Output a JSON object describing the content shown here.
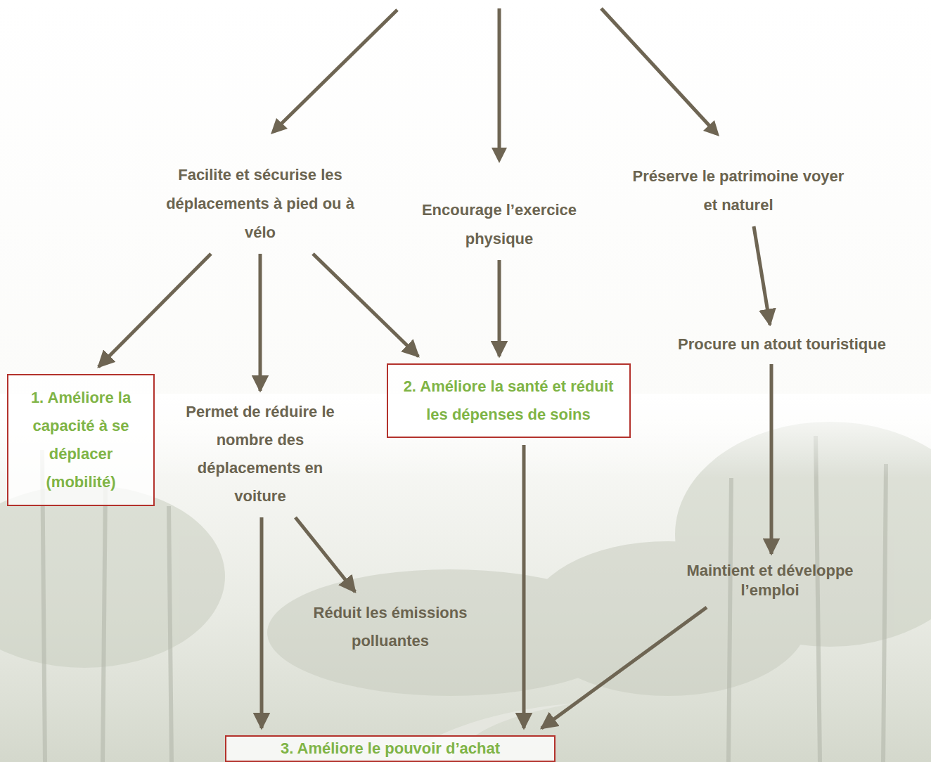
{
  "diagram": {
    "nodes": [
      {
        "text": [
          "Facilite et sécurise les déplacements à pied ou à vélo"
        ]
      },
      {
        "text": [
          "Encourage l’exercice physique"
        ]
      },
      {
        "text": [
          "Préserve le patrimoine voyer et naturel"
        ]
      },
      {
        "text": [
          "1. Améliore la capacité à se déplacer (mobilité)"
        ]
      },
      {
        "text": [
          "Permet de réduire le nombre des déplacements en voiture"
        ]
      },
      {
        "text": [
          "2. Améliore la santé et réduit les dépenses de soins"
        ]
      },
      {
        "text": [
          "Procure un atout touristique"
        ]
      },
      {
        "text": [
          "Réduit les émissions polluantes"
        ]
      },
      {
        "text": [
          "Maintient et développe l’emploi"
        ]
      },
      {
        "text": [
          "3. Améliore le pouvoir d’achat"
        ]
      }
    ],
    "edges": [
      {
        "from": 0,
        "to": 3,
        "arrow": "to"
      },
      {
        "from": 0,
        "to": 4,
        "arrow": "to"
      },
      {
        "from": 0,
        "to": 5,
        "arrow": "to"
      },
      {
        "from": 1,
        "to": 5,
        "arrow": "to"
      },
      {
        "from": 2,
        "to": 6,
        "arrow": "to"
      },
      {
        "from": 6,
        "to": 8,
        "arrow": "to"
      },
      {
        "from": 4,
        "to": 7,
        "arrow": "to"
      },
      {
        "from": 4,
        "to": 9,
        "arrow": "to"
      },
      {
        "from": 5,
        "to": 9,
        "arrow": "to"
      },
      {
        "from": 8,
        "to": 9,
        "arrow": "to"
      }
    ]
  }
}
